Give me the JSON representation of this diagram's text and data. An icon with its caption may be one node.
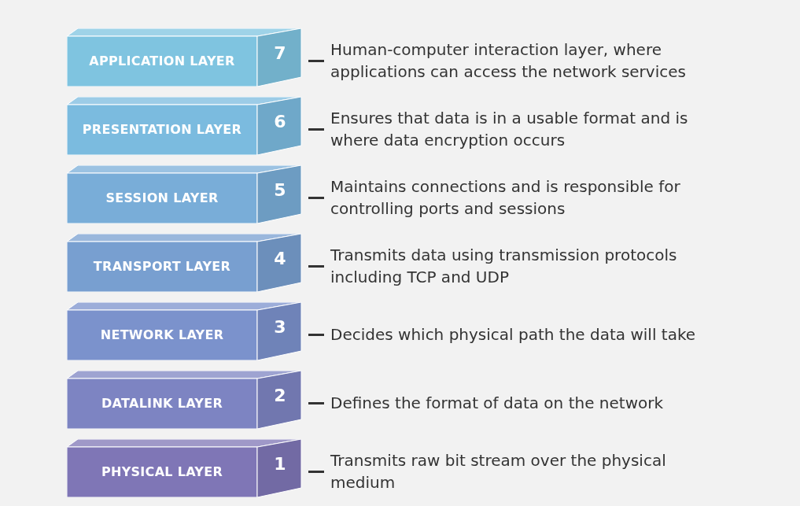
{
  "diagram": {
    "nodes": [
      {
        "text": [
          "APPLICATION LAYER",
          "7"
        ],
        "beside": [
          "Human-computer interaction layer, where applications can access the network services"
        ]
      },
      {
        "text": [
          "PRESENTATION LAYER",
          "6"
        ],
        "beside": [
          "Ensures that data is in a usable format and is where data encryption occurs"
        ]
      },
      {
        "text": [
          "SESSION LAYER",
          "5"
        ],
        "beside": [
          "Maintains connections and is responsible for controlling ports and sessions"
        ]
      },
      {
        "text": [
          "TRANSPORT LAYER",
          "4"
        ],
        "beside": [
          "Transmits data using transmission protocols including TCP and UDP"
        ]
      },
      {
        "text": [
          "NETWORK LAYER",
          "3"
        ],
        "beside": [
          "Decides which physical path the data will take"
        ]
      },
      {
        "text": [
          "DATALINK LAYER",
          "2"
        ],
        "beside": [
          "Defines the format of data on the network"
        ]
      },
      {
        "text": [
          "PHYSICAL LAYER",
          "1"
        ],
        "beside": [
          "Transmits raw bit stream over the physical medium"
        ]
      }
    ]
  }
}
